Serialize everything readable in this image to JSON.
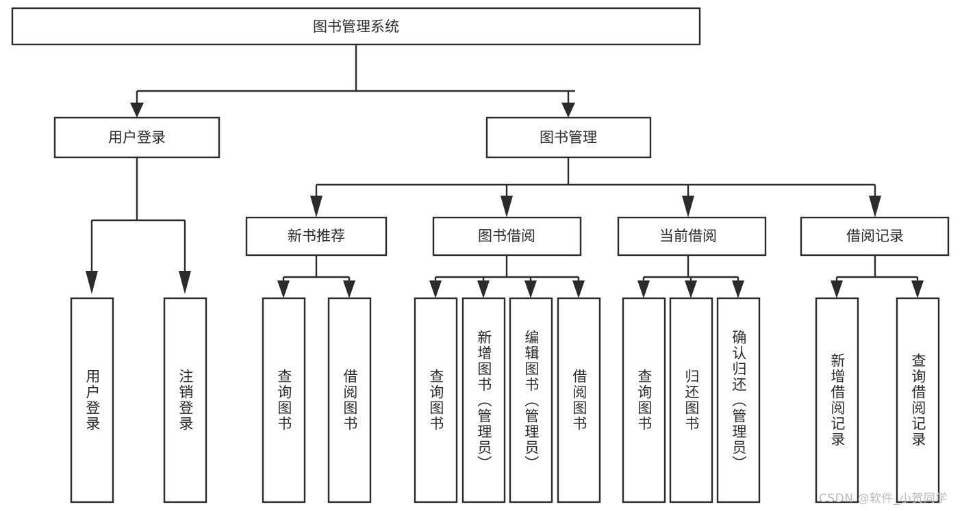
{
  "diagram": {
    "type": "tree",
    "title": "图书管理系统",
    "root": {
      "label": "图书管理系统"
    },
    "level2": [
      {
        "label": "用户登录"
      },
      {
        "label": "图书管理"
      }
    ],
    "level3": [
      {
        "label": "新书推荐"
      },
      {
        "label": "图书借阅"
      },
      {
        "label": "当前借阅"
      },
      {
        "label": "借阅记录"
      }
    ],
    "leaves": {
      "user_login": [
        {
          "label": "用户登录"
        },
        {
          "label": "注销登录"
        }
      ],
      "new_book_recommend": [
        {
          "label": "查询图书"
        },
        {
          "label": "借阅图书"
        }
      ],
      "book_borrow": [
        {
          "label": "查询图书"
        },
        {
          "label": "新增图书（管理员）"
        },
        {
          "label": "编辑图书（管理员）"
        },
        {
          "label": "借阅图书"
        }
      ],
      "current_borrow": [
        {
          "label": "查询图书"
        },
        {
          "label": "归还图书"
        },
        {
          "label": "确认归还（管理员）"
        }
      ],
      "borrow_record": [
        {
          "label": "新增借阅记录"
        },
        {
          "label": "查询借阅记录"
        }
      ]
    }
  },
  "watermark": {
    "text": "CSDN @软件_小贺同学"
  },
  "colors": {
    "stroke": "#2b2b2b",
    "fill": "#ffffff",
    "text": "#2b2b2b",
    "watermark": "#b9b9b9"
  }
}
